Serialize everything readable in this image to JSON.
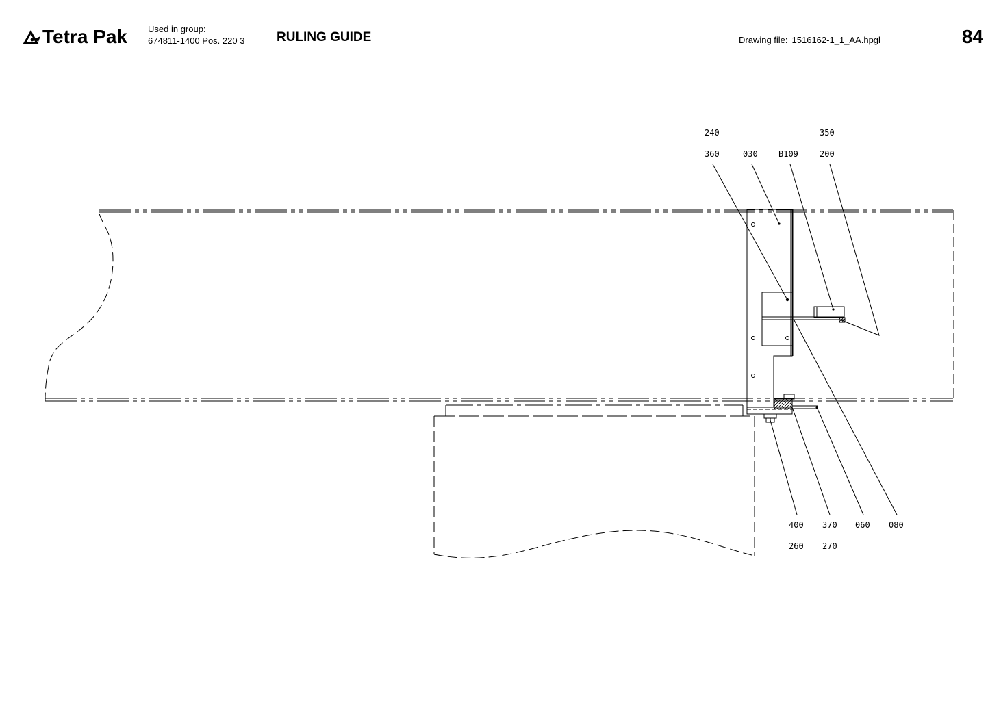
{
  "header": {
    "brand": "Tetra Pak",
    "used_in_group_label": "Used in group:",
    "used_in_group_value": "674811-1400 Pos. 220 3",
    "title": "RULING GUIDE",
    "drawing_file_label": "Drawing file:",
    "drawing_file_value": "1516162-1_1_AA.hpgl",
    "page_number": "84"
  },
  "callouts": {
    "c240": "240",
    "c350": "350",
    "c360": "360",
    "c030": "030",
    "cB109": "B109",
    "c200": "200",
    "c400": "400",
    "c370": "370",
    "c060": "060",
    "c080": "080",
    "c260": "260",
    "c270": "270"
  }
}
